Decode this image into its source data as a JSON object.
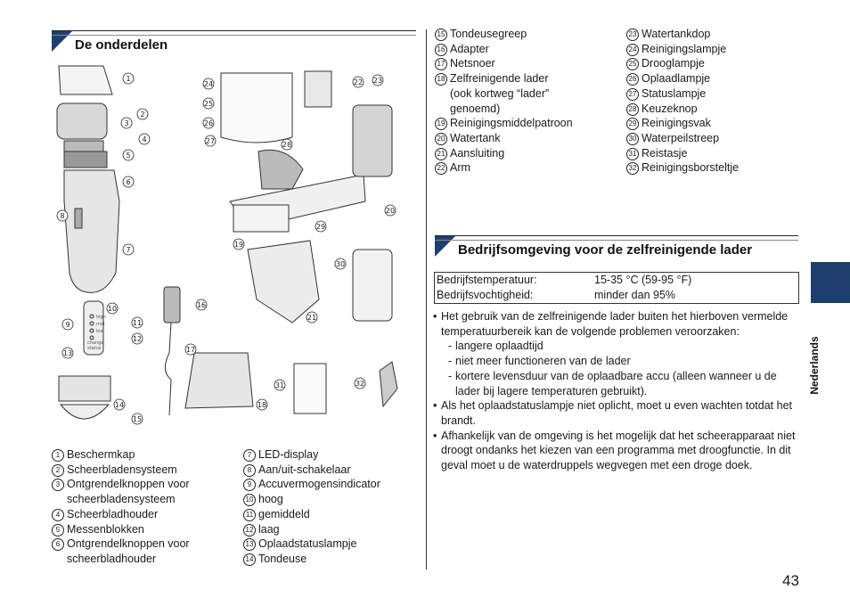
{
  "section_parts": {
    "heading": "De onderdelen",
    "items_left": [
      {
        "n": "1",
        "t": "Beschermkap"
      },
      {
        "n": "2",
        "t": "Scheerbladensysteem"
      },
      {
        "n": "3",
        "t": "Ontgrendelknoppen voor\nscheerbladensysteem"
      },
      {
        "n": "4",
        "t": "Scheerbladhouder"
      },
      {
        "n": "5",
        "t": "Messenblokken"
      },
      {
        "n": "6",
        "t": "Ontgrendelknoppen voor\nscheerbladhouder"
      }
    ],
    "items_mid": [
      {
        "n": "7",
        "t": "LED-display"
      },
      {
        "n": "8",
        "t": "Aan/uit-schakelaar"
      },
      {
        "n": "9",
        "t": "Accuvermogensindicator"
      },
      {
        "n": "10",
        "t": "hoog"
      },
      {
        "n": "11",
        "t": "gemiddeld"
      },
      {
        "n": "12",
        "t": "laag"
      },
      {
        "n": "13",
        "t": "Oplaadstatuslampje"
      },
      {
        "n": "14",
        "t": "Tondeuse"
      }
    ],
    "items_right_a": [
      {
        "n": "15",
        "t": "Tondeusegreep"
      },
      {
        "n": "16",
        "t": "Adapter"
      },
      {
        "n": "17",
        "t": "Netsnoer"
      },
      {
        "n": "18",
        "t": "Zelfreinigende lader\n(ook kortweg “lader”\ngenoemd)"
      },
      {
        "n": "19",
        "t": "Reinigingsmiddelpatroon"
      },
      {
        "n": "20",
        "t": "Watertank"
      },
      {
        "n": "21",
        "t": "Aansluiting"
      },
      {
        "n": "22",
        "t": "Arm"
      }
    ],
    "items_right_b": [
      {
        "n": "23",
        "t": "Watertankdop"
      },
      {
        "n": "24",
        "t": "Reinigingslampje"
      },
      {
        "n": "25",
        "t": "Drooglampje"
      },
      {
        "n": "26",
        "t": "Oplaadlampje"
      },
      {
        "n": "27",
        "t": "Statuslampje"
      },
      {
        "n": "28",
        "t": "Keuzeknop"
      },
      {
        "n": "29",
        "t": "Reinigingsvak"
      },
      {
        "n": "30",
        "t": "Waterpeilstreep"
      },
      {
        "n": "31",
        "t": "Reistasje"
      },
      {
        "n": "32",
        "t": "Reinigingsborsteltje"
      }
    ],
    "indicator_labels": {
      "high": "high",
      "mid": "mid",
      "low": "low",
      "change": "change",
      "status": "status"
    }
  },
  "section_env": {
    "heading": "Bedrijfsomgeving voor de zelfreinigende lader",
    "table": [
      {
        "label": "Bedrijfstemperatuur:",
        "value": "15-35 °C (59-95 °F)"
      },
      {
        "label": "Bedrijfsvochtigheid:",
        "value": "minder dan 95%"
      }
    ],
    "bullet1": "Het gebruik van de zelfreinigende lader buiten het hierboven vermelde temperatuurbereik kan de volgende problemen veroorzaken:",
    "sub": [
      "langere oplaadtijd",
      "niet meer functioneren van de lader",
      "kortere levensduur van de oplaadbare accu (alleen wanneer u de lader bij lagere temperaturen gebruikt)."
    ],
    "bullet2": "Als het oplaadstatuslampje niet oplicht, moet u even wachten totdat het brandt.",
    "bullet3": "Afhankelijk van de omgeving is het mogelijk dat het scheerapparaat niet droogt ondanks het kiezen van een programma met droogfunctie. In dit geval moet u de waterdruppels wegvegen met een droge doek."
  },
  "side_tab": "Nederlands",
  "page_number": "43",
  "colors": {
    "accent": "#1e3f6e"
  }
}
